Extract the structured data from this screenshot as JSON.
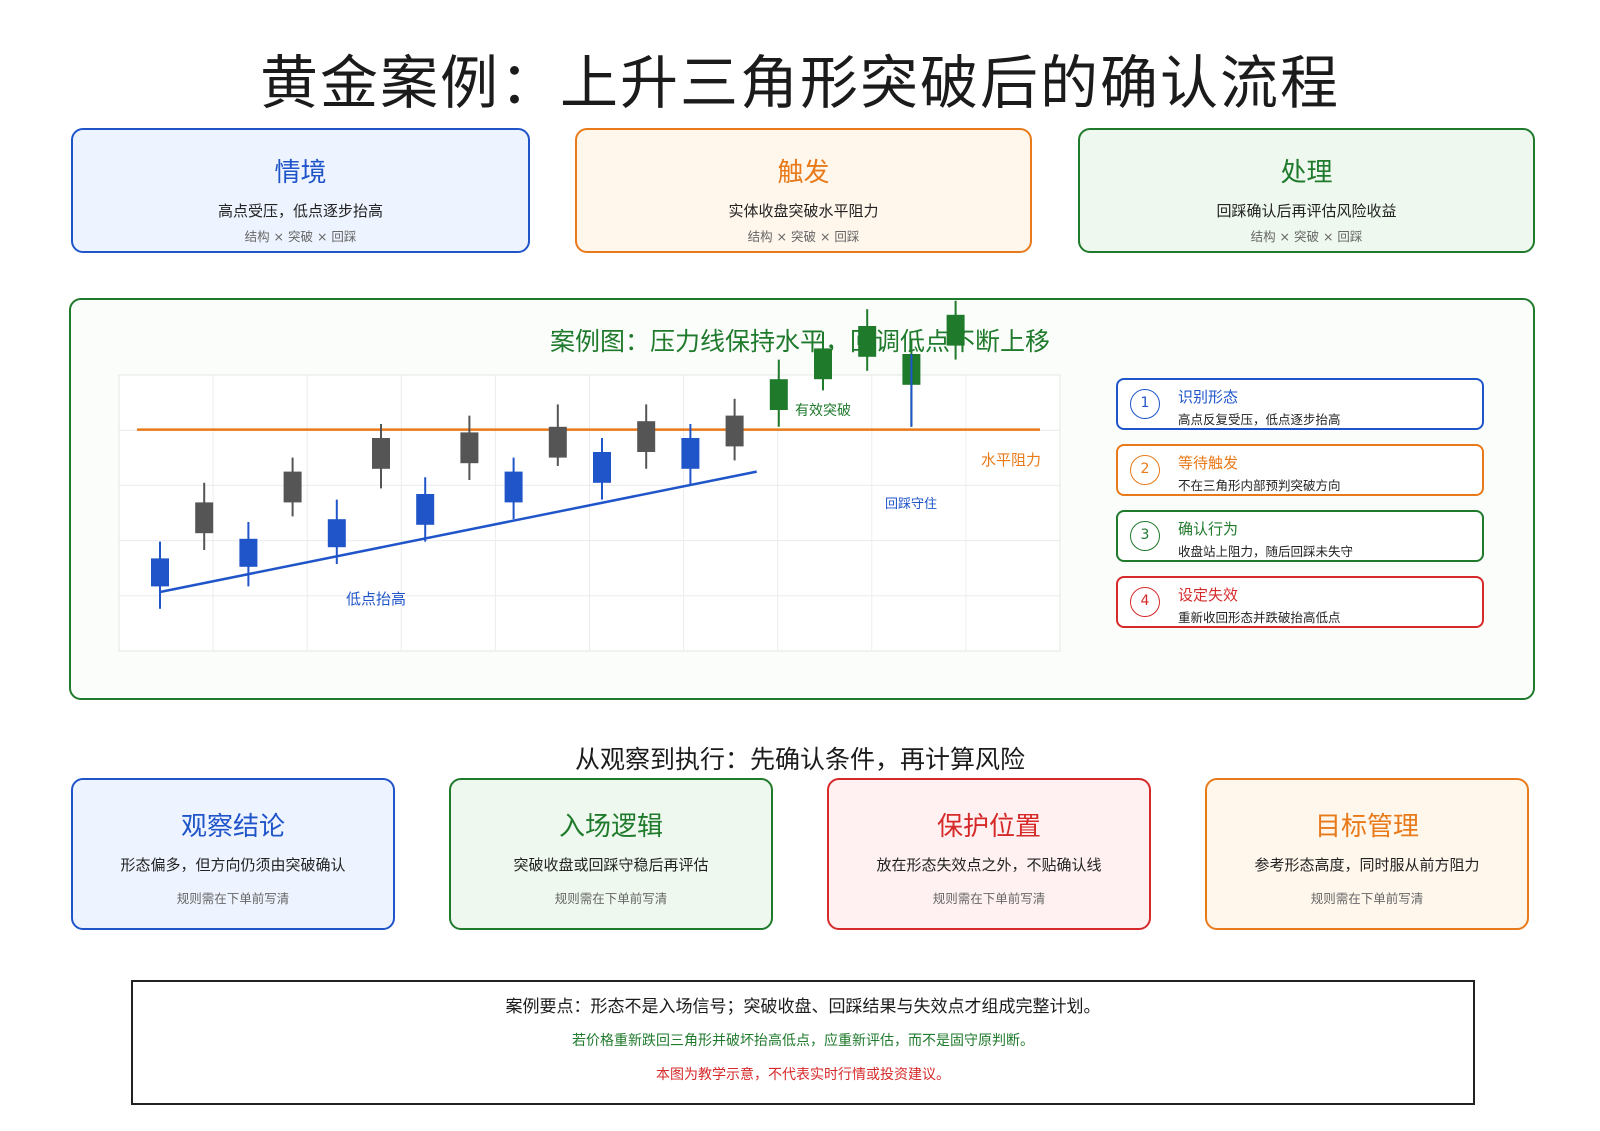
{
  "title": "黄金案例：上升三角形突破后的确认流程",
  "top_cards": [
    {
      "heading": "情境",
      "desc": "高点受压，低点逐步抬高",
      "tag": "结构 × 突破 × 回踩"
    },
    {
      "heading": "触发",
      "desc": "实体收盘突破水平阻力",
      "tag": "结构 × 突破 × 回踩"
    },
    {
      "heading": "处理",
      "desc": "回踩确认后再评估风险收益",
      "tag": "结构 × 突破 × 回踩"
    }
  ],
  "case_panel": {
    "title": "案例图：压力线保持水平，回调低点不断上移",
    "steps": [
      {
        "num": "1",
        "title": "识别形态",
        "desc": "高点反复受压，低点逐步抬高",
        "color": "#1f55c9"
      },
      {
        "num": "2",
        "title": "等待触发",
        "desc": "不在三角形内部预判突破方向",
        "color": "#e87a1a"
      },
      {
        "num": "3",
        "title": "确认行为",
        "desc": "收盘站上阻力，随后回踩未失守",
        "color": "#1f7a2c"
      },
      {
        "num": "4",
        "title": "设定失效",
        "desc": "重新收回形态并跌破抬高低点",
        "color": "#d62a2a"
      }
    ]
  },
  "chart_data": {
    "type": "candlestick",
    "resistance": {
      "label": "水平阻力",
      "level": 68,
      "color": "#e87a1a"
    },
    "support": {
      "label": "低点抬高",
      "start": [
        0,
        10
      ],
      "end": [
        13.5,
        53
      ],
      "color": "#1f55c9"
    },
    "annotations": {
      "breakout": "有效突破",
      "retest": "回踩守住"
    },
    "colors": {
      "low_candle": "#1f55c9",
      "high_candle": "#555555",
      "breakout_candle": "#1f7a2c",
      "wick": "#555555"
    },
    "ylim": [
      0,
      100
    ],
    "candles": [
      {
        "i": 0,
        "kind": "low",
        "open": 12,
        "close": 22,
        "high": 28,
        "low": 4
      },
      {
        "i": 1,
        "kind": "high",
        "open": 31,
        "close": 42,
        "high": 49,
        "low": 25
      },
      {
        "i": 2,
        "kind": "low",
        "open": 19,
        "close": 29,
        "high": 35,
        "low": 12
      },
      {
        "i": 3,
        "kind": "high",
        "open": 42,
        "close": 53,
        "high": 58,
        "low": 37
      },
      {
        "i": 4,
        "kind": "low",
        "open": 26,
        "close": 36,
        "high": 43,
        "low": 20
      },
      {
        "i": 5,
        "kind": "high",
        "open": 54,
        "close": 65,
        "high": 70,
        "low": 47
      },
      {
        "i": 6,
        "kind": "low",
        "open": 34,
        "close": 45,
        "high": 51,
        "low": 28
      },
      {
        "i": 7,
        "kind": "high",
        "open": 56,
        "close": 67,
        "high": 73,
        "low": 50
      },
      {
        "i": 8,
        "kind": "low",
        "open": 42,
        "close": 53,
        "high": 58,
        "low": 36
      },
      {
        "i": 9,
        "kind": "high",
        "open": 58,
        "close": 69,
        "high": 77,
        "low": 55
      },
      {
        "i": 10,
        "kind": "low",
        "open": 49,
        "close": 60,
        "high": 65,
        "low": 43
      },
      {
        "i": 11,
        "kind": "high",
        "open": 60,
        "close": 71,
        "high": 77,
        "low": 54
      },
      {
        "i": 12,
        "kind": "low",
        "open": 54,
        "close": 65,
        "high": 70,
        "low": 48
      },
      {
        "i": 13,
        "kind": "high",
        "open": 62,
        "close": 73,
        "high": 79,
        "low": 57
      },
      {
        "i": 14,
        "kind": "breakout",
        "open": 75,
        "close": 86,
        "high": 93,
        "low": 69
      },
      {
        "i": 15,
        "kind": "breakout",
        "open": 86,
        "close": 97,
        "high": 103,
        "low": 82
      },
      {
        "i": 16,
        "kind": "breakout",
        "open": 94,
        "close": 105,
        "high": 111,
        "low": 89
      },
      {
        "i": 17,
        "kind": "breakout",
        "open": 84,
        "close": 95,
        "high": 100,
        "low": 69
      },
      {
        "i": 18,
        "kind": "breakout",
        "open": 98,
        "close": 109,
        "high": 114,
        "low": 93
      }
    ]
  },
  "subtitle": "从观察到执行：先确认条件，再计算风险",
  "bottom_cards": [
    {
      "heading": "观察结论",
      "desc": "形态偏多，但方向仍须由突破确认",
      "tag": "规则需在下单前写清"
    },
    {
      "heading": "入场逻辑",
      "desc": "突破收盘或回踩守稳后再评估",
      "tag": "规则需在下单前写清"
    },
    {
      "heading": "保护位置",
      "desc": "放在形态失效点之外，不贴确认线",
      "tag": "规则需在下单前写清"
    },
    {
      "heading": "目标管理",
      "desc": "参考形态高度，同时服从前方阻力",
      "tag": "规则需在下单前写清"
    }
  ],
  "summary": {
    "line1": "案例要点：形态不是入场信号；突破收盘、回踩结果与失效点才组成完整计划。",
    "line2": "若价格重新跌回三角形并破坏抬高低点，应重新评估，而不是固守原判断。",
    "line3": "本图为教学示意，不代表实时行情或投资建议。"
  }
}
